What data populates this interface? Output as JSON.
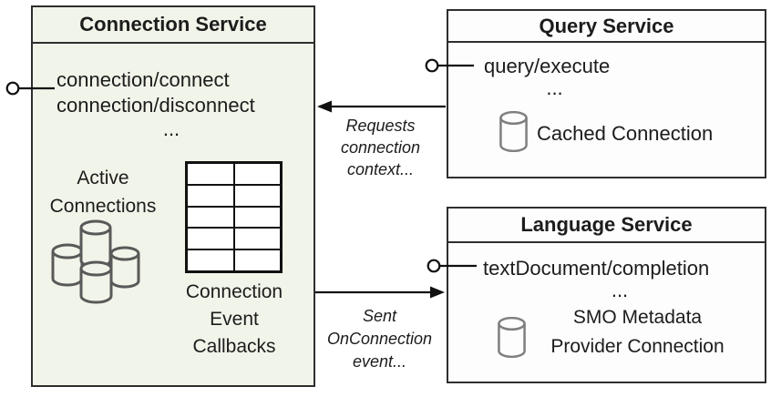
{
  "colors": {
    "page_bg": "#ffffff",
    "connection_fill": "#f1f4e9",
    "service_fill": "#fdfdfd",
    "border": "#2e2e2e",
    "line": "#111111",
    "text": "#1c1c1c",
    "db_gray": "#7f7f7f",
    "cluster_gray": "#595959"
  },
  "connection_service": {
    "title": "Connection Service",
    "methods": [
      "connection/connect",
      "connection/disconnect"
    ],
    "ellipsis": "...",
    "active_connections": [
      "Active",
      "Connections"
    ],
    "callbacks": [
      "Connection",
      "Event",
      "Callbacks"
    ],
    "table": {
      "rows": 5,
      "cols": 2
    }
  },
  "query_service": {
    "title": "Query Service",
    "methods": [
      "query/execute"
    ],
    "ellipsis": "...",
    "cached_label": "Cached Connection"
  },
  "language_service": {
    "title": "Language Service",
    "methods": [
      "textDocument/completion"
    ],
    "ellipsis": "...",
    "provider_label": [
      "SMO Metadata",
      "Provider Connection"
    ]
  },
  "annotations": {
    "requests": [
      "Requests",
      "connection",
      "context..."
    ],
    "sent": [
      "Sent",
      "OnConnection",
      "event..."
    ]
  },
  "icons": {
    "lollipop": "interface-lollipop-icon",
    "database": "database-cylinder-icon",
    "cluster": "active-connections-cylinders-icon",
    "table": "callback-table-icon"
  }
}
